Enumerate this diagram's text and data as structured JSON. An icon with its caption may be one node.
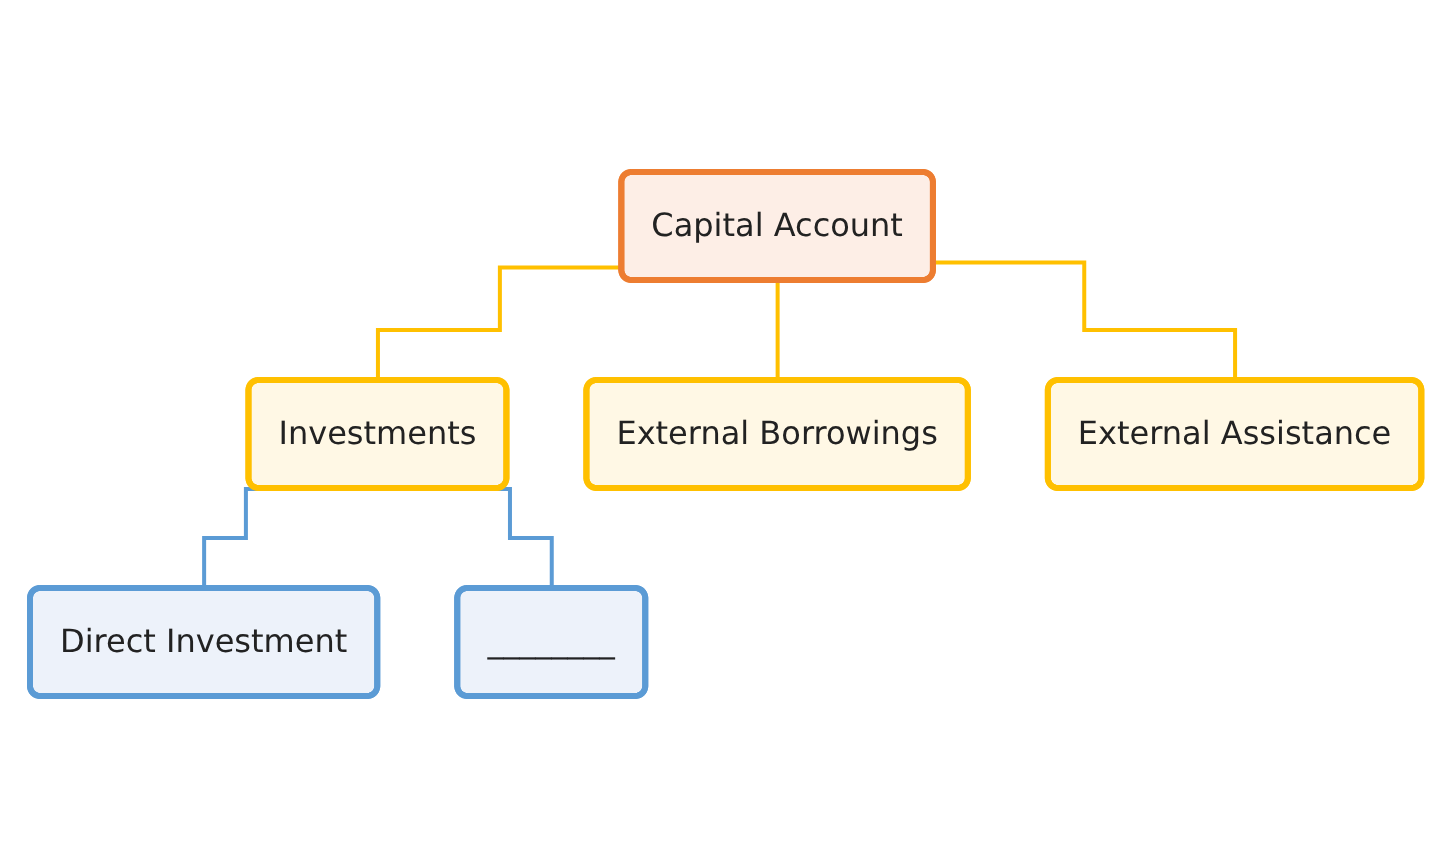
{
  "diagram": {
    "nodes": [
      {
        "text": [
          "Capital Account"
        ]
      },
      {
        "text": [
          "Investments"
        ]
      },
      {
        "text": [
          "External Borrowings"
        ]
      },
      {
        "text": [
          "External Assistance"
        ]
      },
      {
        "text": [
          "Direct Investment"
        ]
      },
      {
        "text": [
          "________"
        ]
      }
    ],
    "edges": [
      {
        "from": 0,
        "to": 1,
        "arrow": "none"
      },
      {
        "from": 0,
        "to": 2,
        "arrow": "none"
      },
      {
        "from": 0,
        "to": 3,
        "arrow": "none"
      },
      {
        "from": 1,
        "to": 4,
        "arrow": "none",
        "color": "#5b9bd5"
      },
      {
        "from": 1,
        "to": 5,
        "arrow": "none",
        "color": "#5b9bd5"
      }
    ]
  }
}
